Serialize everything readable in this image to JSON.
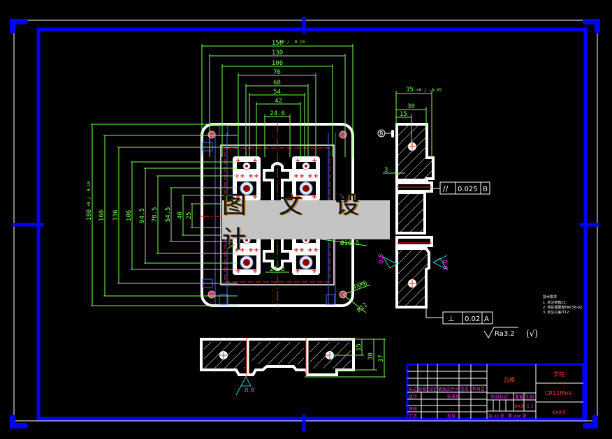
{
  "drawing": {
    "watermark": "图 文 设 计",
    "colors": {
      "background": "#000000",
      "frame": "#0000ff",
      "part_outline": "#ffffff",
      "dimension": "#7CFC5A",
      "centerline": "#ff2020",
      "hidden_line": "#4a6ae0",
      "roughness": "#ff33ff",
      "roughness_leader": "#22cccc"
    },
    "front_view": {
      "horizontal_dims": [
        "150-0.10 +0",
        "130",
        "106",
        "76",
        "68",
        "54",
        "42",
        "24.6"
      ],
      "horizontal_dims_display": [
        "150",
        "130",
        "106",
        "76",
        "68",
        "54",
        "42",
        "24.6"
      ],
      "tol_150": "+0 / -0.10",
      "vertical_dims": [
        "180-0.10 +0",
        "160",
        "136",
        "106",
        "94.5",
        "78.5",
        "54.5",
        "40",
        "25"
      ],
      "vertical_dims_display": [
        "180",
        "160",
        "136",
        "106",
        "94.5",
        "78.5",
        "54.5",
        "40",
        "25"
      ],
      "tol_180": "+0 / -0.10",
      "hole_dia": "Ø16.5",
      "bottom_dim": "24.6",
      "thread_callout": "4XM6",
      "radius_callout": "R12"
    },
    "side_view": {
      "dims": [
        "35",
        "30",
        "15",
        "3"
      ],
      "tol_35": "+0 / -0.05",
      "datum_b": "B",
      "parallelism": {
        "symbol": "//",
        "value": "0.025",
        "datum": "B"
      },
      "perpendicularity": {
        "symbol": "⊥",
        "value": "0.02",
        "datum": "A"
      },
      "roughness_left": "0.8",
      "roughness_right": "0.8"
    },
    "bottom_view": {
      "dims": [
        "15",
        "30",
        "37"
      ],
      "roughness": "0.8"
    },
    "general_roughness": "Ra3.2",
    "general_roughness_other": "(√)",
    "notes": {
      "title": "技术要求",
      "items": [
        "1. 未注倒角C1",
        "2. 热处理硬度HRC58-62",
        "3. 未注公差IT12"
      ]
    },
    "title_block": {
      "part_name": "凸模",
      "company": "学院",
      "material": "CR12MnV",
      "drawing_no": "xxx4",
      "header_labels": [
        "标记",
        "处数",
        "分区",
        "更改文件号",
        "签名",
        "年月日"
      ],
      "row_labels": {
        "design": "设计",
        "standard": "标准化",
        "review": "审核",
        "process": "工艺",
        "approve": "批准"
      },
      "stage_label": "阶段标记",
      "weight_label": "重量",
      "scale_label": "比例",
      "weight_value": "xxx",
      "scale_value": "1:1",
      "sheet_total": "共 xx 张",
      "sheet_no": "第 xxx 张"
    }
  }
}
